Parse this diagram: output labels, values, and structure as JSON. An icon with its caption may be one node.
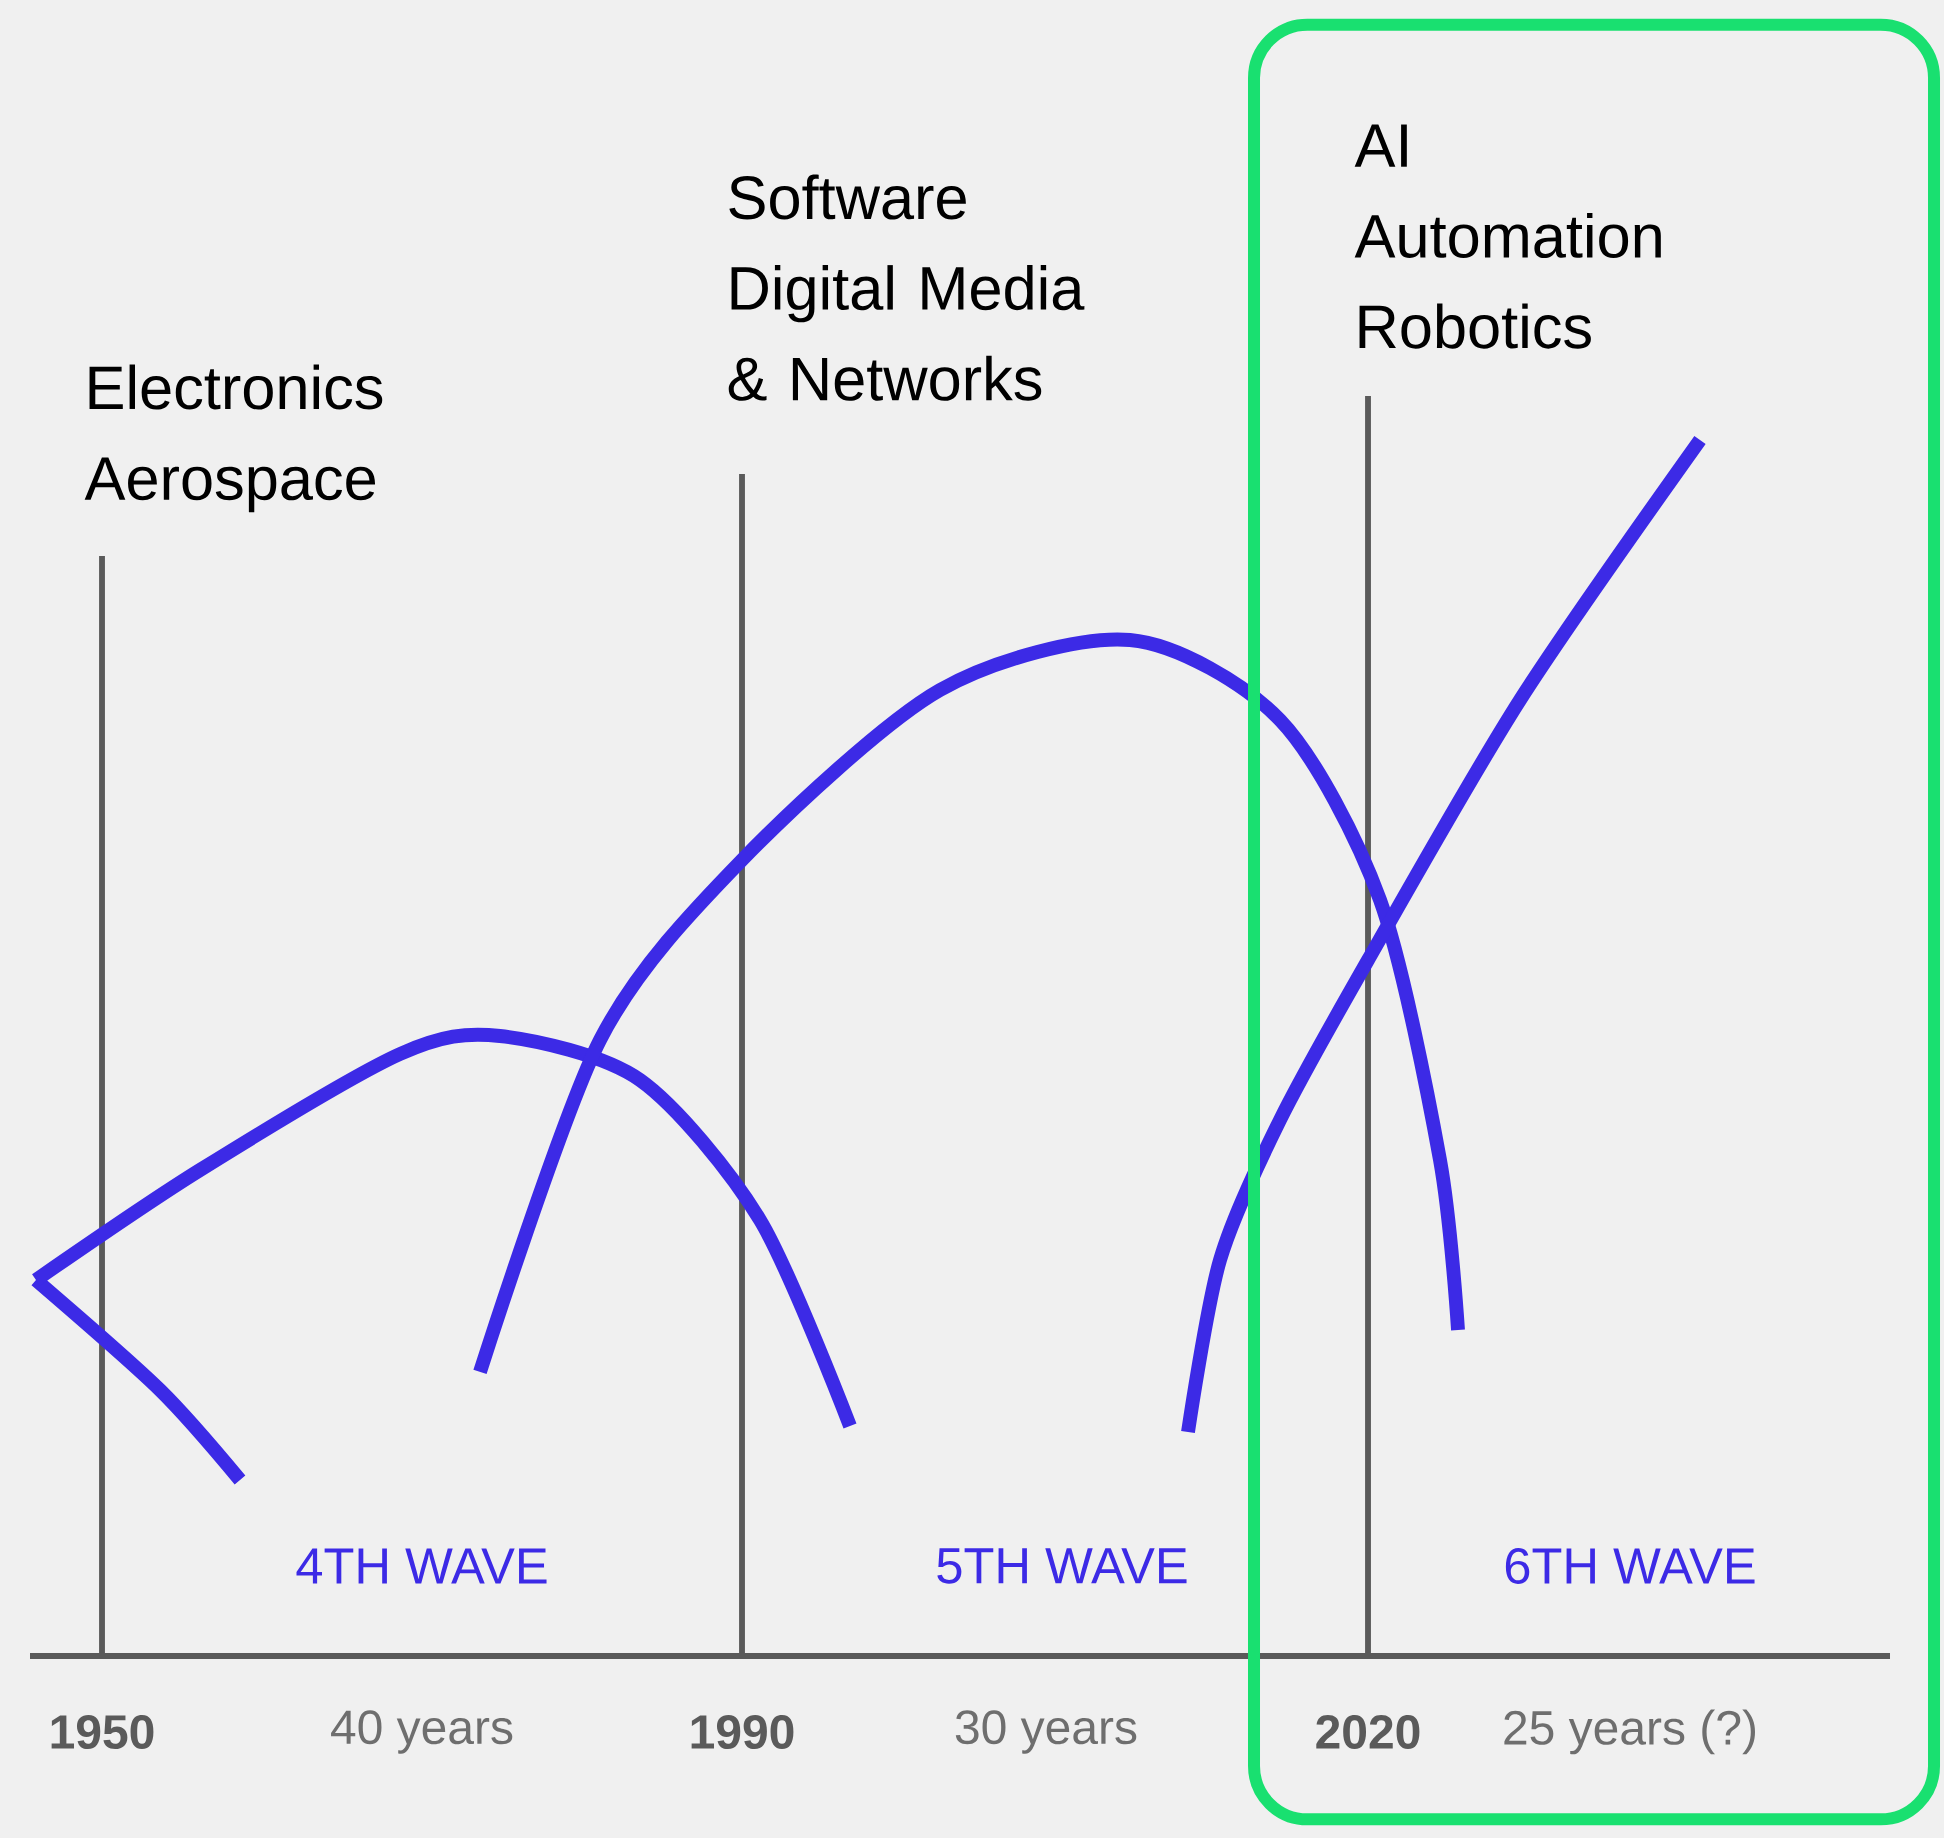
{
  "diagram": {
    "nodes": [
      {
        "text": [
          "AI Automation Robotics",
          "6TH WAVE",
          "2020",
          "25 years (?)"
        ]
      }
    ],
    "labels": [
      "Electronics Aerospace",
      "Software Digital Media & Networks",
      "4TH WAVE",
      "5TH WAVE",
      "1950",
      "40 years",
      "1990",
      "30 years"
    ]
  }
}
